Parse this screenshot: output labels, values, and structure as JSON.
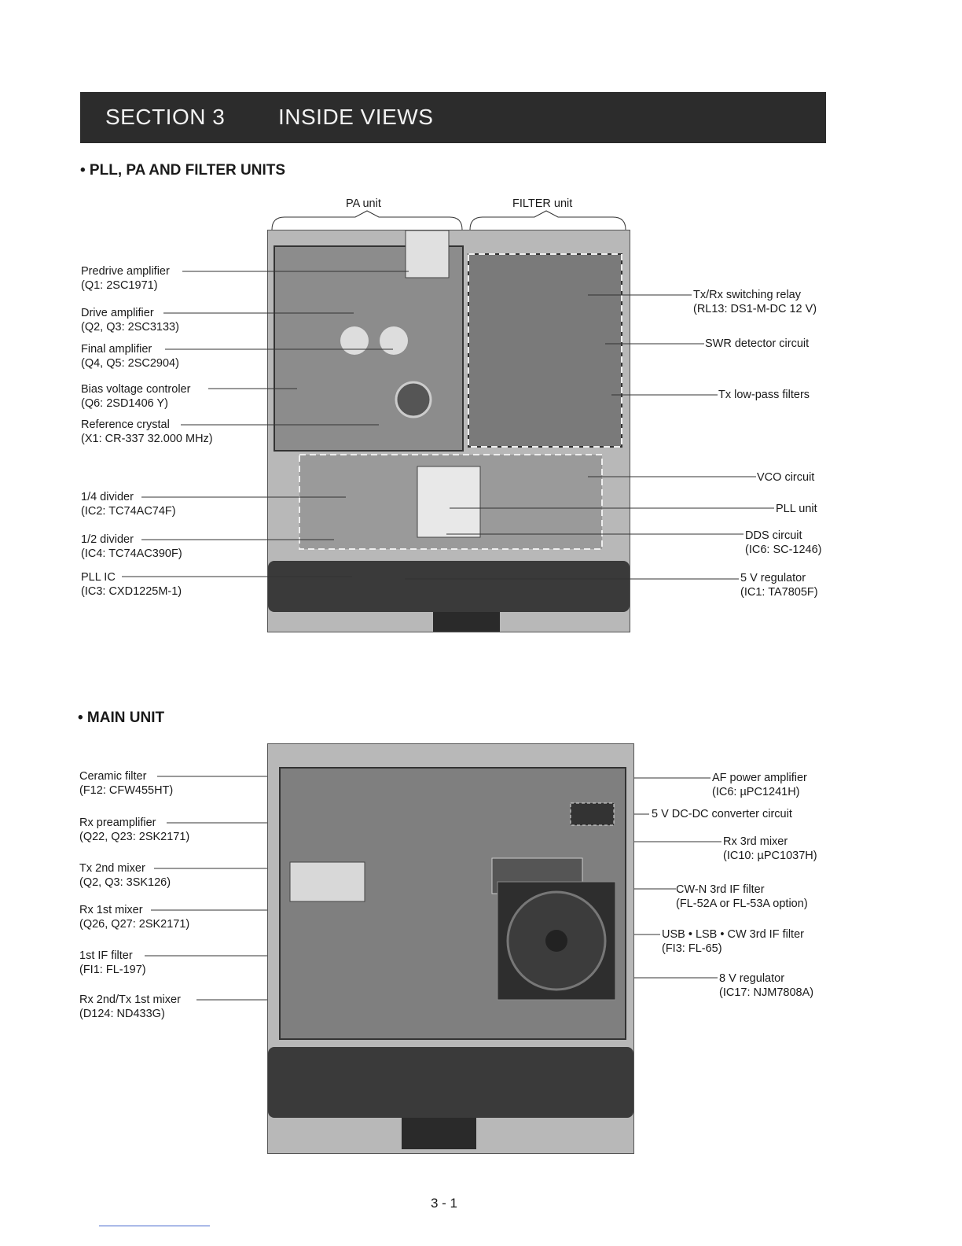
{
  "header": {
    "section": "SECTION  3",
    "title": "INSIDE VIEWS"
  },
  "pll_section": {
    "heading": "• PLL, PA AND FILTER UNITS",
    "pa_unit": "PA unit",
    "filter_unit": "FILTER unit",
    "left_labels": [
      {
        "name": "Predrive amplifier",
        "part": "(Q1: 2SC1971)"
      },
      {
        "name": "Drive amplifier",
        "part": "(Q2, Q3: 2SC3133)"
      },
      {
        "name": "Final amplifier",
        "part": "(Q4, Q5: 2SC2904)"
      },
      {
        "name": "Bias voltage controler",
        "part": "(Q6: 2SD1406 Y)"
      },
      {
        "name": "Reference crystal",
        "part": "(X1: CR-337 32.000 MHz)"
      },
      {
        "name": "1/4 divider",
        "part": "(IC2: TC74AC74F)"
      },
      {
        "name": "1/2 divider",
        "part": "(IC4: TC74AC390F)"
      },
      {
        "name": "PLL IC",
        "part": "(IC3: CXD1225M-1)"
      }
    ],
    "right_labels": [
      {
        "name": "Tx/Rx switching relay",
        "part": "(RL13: DS1-M-DC 12 V)"
      },
      {
        "name": "SWR detector circuit",
        "part": ""
      },
      {
        "name": "Tx low-pass filters",
        "part": ""
      },
      {
        "name": "VCO circuit",
        "part": ""
      },
      {
        "name": "PLL unit",
        "part": ""
      },
      {
        "name": "DDS circuit",
        "part": "(IC6: SC-1246)"
      },
      {
        "name": "5 V regulator",
        "part": "(IC1: TA7805F)"
      }
    ]
  },
  "main_section": {
    "heading": "• MAIN UNIT",
    "left_labels": [
      {
        "name": "Ceramic filter",
        "part": "(F12: CFW455HT)"
      },
      {
        "name": "Rx preamplifier",
        "part": "(Q22, Q23: 2SK2171)"
      },
      {
        "name": "Tx 2nd mixer",
        "part": "(Q2, Q3: 3SK126)"
      },
      {
        "name": "Rx 1st mixer",
        "part": "(Q26, Q27: 2SK2171)"
      },
      {
        "name": "1st IF filter",
        "part": "(FI1: FL-197)"
      },
      {
        "name": "Rx 2nd/Tx 1st mixer",
        "part": "(D124: ND433G)"
      }
    ],
    "right_labels": [
      {
        "name": "AF power amplifier",
        "part": "(IC6: µPC1241H)"
      },
      {
        "name": "5 V DC-DC converter circuit",
        "part": ""
      },
      {
        "name": "Rx 3rd mixer",
        "part": "(IC10: µPC1037H)"
      },
      {
        "name": "CW-N 3rd IF filter",
        "part": "(FL-52A or FL-53A option)"
      },
      {
        "name": "USB • LSB • CW 3rd IF filter",
        "part": "(FI3: FL-65)"
      },
      {
        "name": "8 V regulator",
        "part": "(IC17: NJM7808A)"
      }
    ]
  },
  "footer": {
    "page": "3 - 1"
  }
}
